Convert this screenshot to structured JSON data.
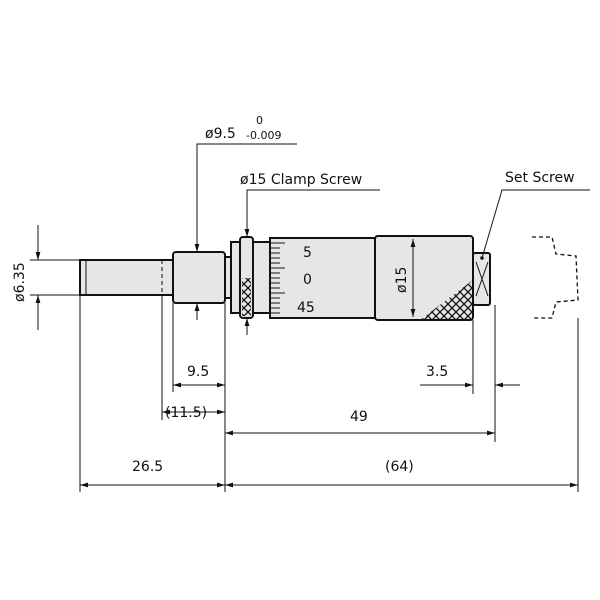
{
  "labels": {
    "shaft_diameter": "ø6.35",
    "sleeve_diameter": "ø9.5",
    "sleeve_tol_upper": "0",
    "sleeve_tol_lower": "-0.009",
    "clamp_screw": "ø15 Clamp Screw",
    "set_screw": "Set Screw",
    "thimble_diameter": "ø15"
  },
  "thimble_scale": [
    "5",
    "0",
    "45"
  ],
  "dimensions": {
    "sleeve_length": "9.5",
    "sleeve_total": "(11.5)",
    "spindle_length": "26.5",
    "body_length": "49",
    "total_length": "(64)",
    "set_screw_offset": "3.5"
  }
}
